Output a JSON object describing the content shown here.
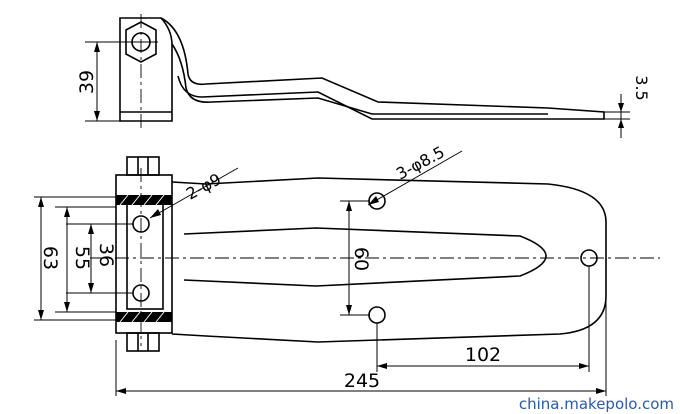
{
  "dimensions": {
    "height_top": "39",
    "thickness": "3.5",
    "hole_large": "2-φ9",
    "hole_small": "3-φ8.5",
    "span_36": "36",
    "span_55": "55",
    "span_63": "63",
    "span_60": "60",
    "span_102": "102",
    "span_245": "245"
  },
  "watermark": "china.makepolo.com"
}
